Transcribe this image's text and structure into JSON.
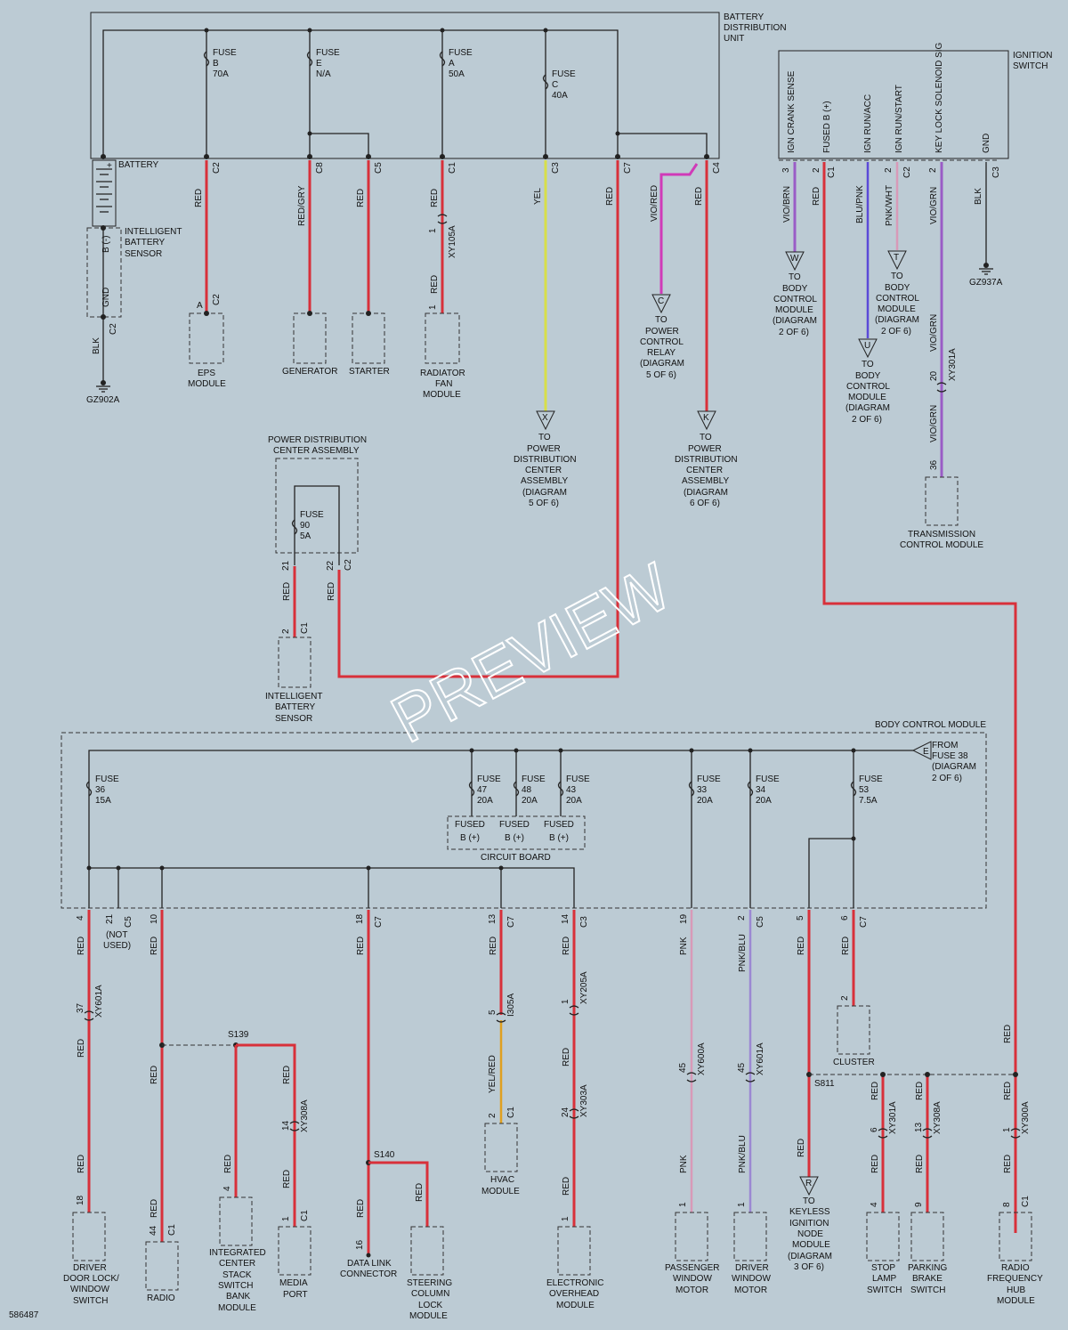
{
  "diagram_id": "586487",
  "watermark": "PREVIEW",
  "bdu": {
    "title_1": "BATTERY",
    "title_2": "DISTRIBUTION",
    "title_3": "UNIT",
    "battery_label": "BATTERY"
  },
  "ibs": {
    "l1": "INTELLIGENT",
    "l2": "BATTERY",
    "l3": "SENSOR",
    "b_neg": "B (-)",
    "gnd": "GND"
  },
  "fuses_top": [
    {
      "l1": "FUSE",
      "l2": "B",
      "l3": "70A"
    },
    {
      "l1": "FUSE",
      "l2": "E",
      "l3": "N/A"
    },
    {
      "l1": "FUSE",
      "l2": "A",
      "l3": "50A"
    },
    {
      "l1": "FUSE",
      "l2": "C",
      "l3": "40A"
    }
  ],
  "ignition": {
    "t1": "IGNITION",
    "t2": "SWITCH",
    "pins": [
      "IGN CRANK SENSE",
      "FUSED B (+)",
      "IGN RUN/ACC",
      "IGN RUN/START",
      "KEY LOCK SOLENOID SIG",
      "GND"
    ]
  },
  "connectors": {
    "c1": "C1",
    "c2": "C2",
    "c3": "C3",
    "c4": "C4",
    "c5": "C5",
    "c7": "C7",
    "c8": "C8",
    "a": "A",
    "xy105a": "XY105A",
    "xy601a": "XY601A",
    "xy308a": "XY308A",
    "xy305a": "I305A",
    "xy205a": "XY205A",
    "xy303a": "XY303A",
    "xy600a": "XY600A",
    "xy301a": "XY301A",
    "xy300a": "XY300A"
  },
  "wire_colors": {
    "red": "RED",
    "blk": "BLK",
    "redgry": "RED/GRY",
    "yel": "YEL",
    "viored": "VIO/RED",
    "viobrn": "VIO/BRN",
    "blupnk": "BLU/PNK",
    "pnkwht": "PNK/WHT",
    "viogrn": "VIO/GRN",
    "pnk": "PNK",
    "pnkblu": "PNK/BLU",
    "yelred": "YEL/RED"
  },
  "pins": {
    "p1": "1",
    "p2": "2",
    "p3": "3",
    "p4": "4",
    "p5": "5",
    "p6": "6",
    "p8": "8",
    "p9": "9",
    "p10": "10",
    "p13": "13",
    "p14": "14",
    "p16": "16",
    "p18": "18",
    "p19": "19",
    "p20": "20",
    "p21": "21",
    "p22": "22",
    "p24": "24",
    "p36": "36",
    "p37": "37",
    "p44": "44",
    "p45": "45"
  },
  "letters": {
    "w": "W",
    "c": "C",
    "u": "U",
    "t": "T",
    "x": "X",
    "k": "K",
    "e": "E",
    "r": "R"
  },
  "grounds": {
    "g902": "GZ902A",
    "g937": "GZ937A"
  },
  "modules": {
    "eps": [
      "EPS",
      "MODULE"
    ],
    "generator": [
      "GENERATOR"
    ],
    "starter": [
      "STARTER"
    ],
    "radfan": [
      "RADIATOR",
      "FAN",
      "MODULE"
    ],
    "pwrrelay": [
      "TO",
      "POWER",
      "CONTROL",
      "RELAY",
      "(DIAGRAM",
      "5 OF 6)"
    ],
    "pdc5": [
      "TO",
      "POWER",
      "DISTRIBUTION",
      "CENTER",
      "ASSEMBLY",
      "(DIAGRAM",
      "5 OF 6)"
    ],
    "pdc6": [
      "TO",
      "POWER",
      "DISTRIBUTION",
      "CENTER",
      "ASSEMBLY",
      "(DIAGRAM",
      "6 OF 6)"
    ],
    "bcm_w": [
      "TO",
      "BODY",
      "CONTROL",
      "MODULE",
      "(DIAGRAM",
      "2 OF 6)"
    ],
    "bcm_u": [
      "TO",
      "BODY",
      "CONTROL",
      "MODULE",
      "(DIAGRAM",
      "2 OF 6)"
    ],
    "bcm_t": [
      "TO",
      "BODY",
      "CONTROL",
      "MODULE",
      "(DIAGRAM",
      "2 OF 6)"
    ],
    "tcm": [
      "TRANSMISSION",
      "CONTROL MODULE"
    ],
    "pdca": [
      "POWER DISTRIBUTION",
      "CENTER ASSEMBLY"
    ],
    "ibs2": [
      "INTELLIGENT",
      "BATTERY",
      "SENSOR"
    ],
    "driver_door": [
      "DRIVER",
      "DOOR LOCK/",
      "WINDOW",
      "SWITCH"
    ],
    "radio": [
      "RADIO"
    ],
    "icsb": [
      "INTEGRATED",
      "CENTER",
      "STACK",
      "SWITCH",
      "BANK",
      "MODULE"
    ],
    "media": [
      "MEDIA",
      "PORT"
    ],
    "dlc": [
      "DATA LINK",
      "CONNECTOR"
    ],
    "sclm": [
      "STEERING",
      "COLUMN",
      "LOCK",
      "MODULE"
    ],
    "hvac": [
      "HVAC",
      "MODULE"
    ],
    "eom": [
      "ELECTRONIC",
      "OVERHEAD",
      "MODULE"
    ],
    "pwm": [
      "PASSENGER",
      "WINDOW",
      "MOTOR"
    ],
    "dwm": [
      "DRIVER",
      "WINDOW",
      "MOTOR"
    ],
    "kinm": [
      "TO",
      "KEYLESS",
      "IGNITION",
      "NODE",
      "MODULE",
      "(DIAGRAM",
      "3 OF 6)"
    ],
    "cluster": [
      "CLUSTER"
    ],
    "stop": [
      "STOP",
      "LAMP",
      "SWITCH"
    ],
    "parking": [
      "PARKING",
      "BRAKE",
      "SWITCH"
    ],
    "rfhm": [
      "RADIO",
      "FREQUENCY",
      "HUB",
      "MODULE"
    ]
  },
  "pdc_fuse": {
    "l1": "FUSE",
    "l2": "90",
    "l3": "5A"
  },
  "bcm": {
    "title": "BODY CONTROL MODULE",
    "from": [
      "FROM",
      "FUSE 38",
      "(DIAGRAM",
      "2 OF 6)"
    ],
    "circuit_board": "CIRCUIT BOARD",
    "fused_a": "FUSED",
    "fused_b": "B (+)",
    "not_used": [
      "(NOT",
      "USED)"
    ],
    "fuses": [
      {
        "l1": "FUSE",
        "l2": "36",
        "l3": "15A"
      },
      {
        "l1": "FUSE",
        "l2": "47",
        "l3": "20A"
      },
      {
        "l1": "FUSE",
        "l2": "48",
        "l3": "20A"
      },
      {
        "l1": "FUSE",
        "l2": "43",
        "l3": "20A"
      },
      {
        "l1": "FUSE",
        "l2": "33",
        "l3": "20A"
      },
      {
        "l1": "FUSE",
        "l2": "34",
        "l3": "20A"
      },
      {
        "l1": "FUSE",
        "l2": "53",
        "l3": "7.5A"
      }
    ]
  },
  "splices": {
    "s139": "S139",
    "s140": "S140",
    "s811": "S811"
  }
}
